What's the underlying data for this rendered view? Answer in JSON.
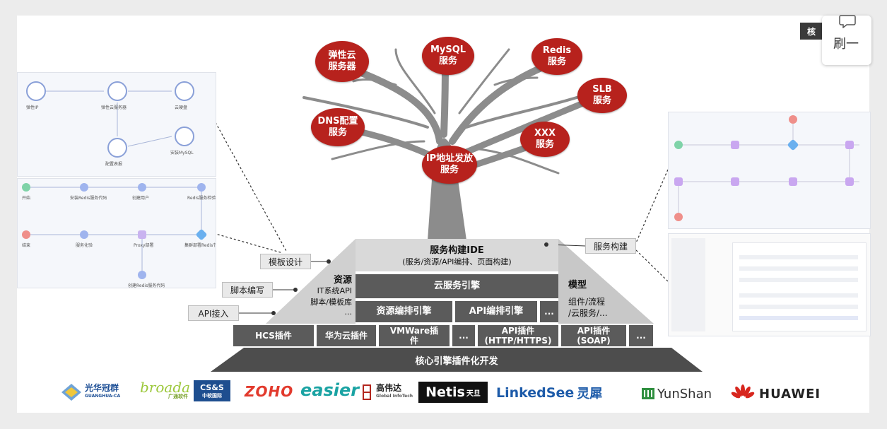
{
  "tree_services": [
    {
      "label": "弹性云\n服务器"
    },
    {
      "label": "MySQL\n服务"
    },
    {
      "label": "Redis\n服务"
    },
    {
      "label": "SLB\n服务"
    },
    {
      "label": "DNS配置\n服务"
    },
    {
      "label": "XXX\n服务"
    },
    {
      "label": "IP地址发放\n服务"
    }
  ],
  "pyramid": {
    "ide_title": "服务构建IDE",
    "ide_subtitle": "(服务/资源/API编排、页面构建)",
    "cloud_engine": "云服务引擎",
    "resource_engine": "资源编排引擎",
    "api_engine": "API编排引擎",
    "ellipsis": "...",
    "left_side": {
      "title": "资源",
      "line1": "IT系统API",
      "line2": "脚本/模板库",
      "line3": "..."
    },
    "right_side": {
      "title": "模型",
      "line1": "组件/流程",
      "line2": "/云服务/..."
    },
    "plugins": [
      "HCS插件",
      "华为云插件",
      "VMWare插\n件",
      "...",
      "API插件\n(HTTP/HTTPS)",
      "API插件\n(SOAP)",
      "..."
    ],
    "core": "核心引擎插件化开发"
  },
  "callouts": {
    "template_design": "模板设计",
    "script_writing": "脚本编写",
    "api_access": "API接入",
    "service_build": "服务构建"
  },
  "corner_tag": "核",
  "refresh_label": "刷一",
  "left_panel_top": {
    "nodes": [
      "弹性IP",
      "弹性云服务器",
      "云硬盘",
      "配置表报",
      "安装MySQL"
    ]
  },
  "left_panel_bottom": {
    "nodes": [
      "开始",
      "安装Redis服务代码",
      "创建用户",
      "Redis服务检验",
      "结束",
      "服务化验",
      "Proxy部署",
      "集群部署Redis节点",
      "创建Redis服务代码"
    ]
  },
  "logos": [
    {
      "name": "光华冠群",
      "sub": "GUANGHUA-CA"
    },
    {
      "name": "broada",
      "sub": "广通软件"
    },
    {
      "name": "CS&S",
      "sub": "中软国际"
    },
    {
      "name": "ZOHO"
    },
    {
      "name": "easier"
    },
    {
      "name": "高伟达",
      "sub": "Global InfoTech"
    },
    {
      "name": "Netis",
      "sub": "天旦"
    },
    {
      "name": "LinkedSee",
      "sub": "灵犀"
    },
    {
      "name": "YunShan"
    },
    {
      "name": "HUAWEI"
    }
  ],
  "colors": {
    "bubble": "#b7221d",
    "trunk": "#8c8c8c",
    "dark_box": "#5b5b5b",
    "core_bar": "#4d4d4d"
  }
}
